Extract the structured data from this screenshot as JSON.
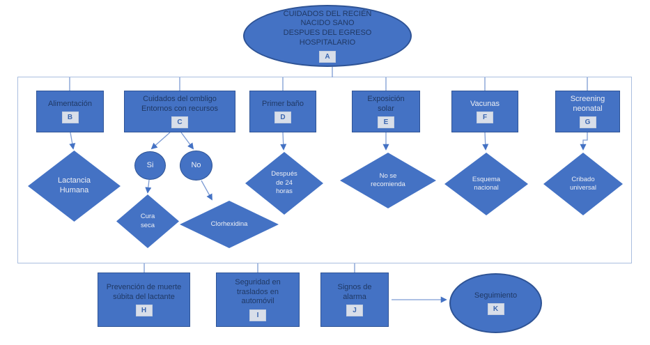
{
  "diagram_title": "CUIDADOS DEL RECIÉN NACIDO SANO DESPUES DEL EGRESO HOSPITALARIO",
  "nodes": {
    "a": {
      "label": "CUIDADOS DEL RECIÉN\nNACIDO SANO\nDESPUES DEL EGRESO\nHOSPITALARIO",
      "badge": "A"
    },
    "b": {
      "label": "Alimentación",
      "badge": "B"
    },
    "c": {
      "label": "Cuidados del ombligo\nEntornos con recursos",
      "badge": "C"
    },
    "d": {
      "label": "Primer baño",
      "badge": "D"
    },
    "e": {
      "label": "Exposición\nsolar",
      "badge": "E"
    },
    "f": {
      "label": "Vacunas",
      "badge": "F"
    },
    "g": {
      "label": "Screening\nneonatal",
      "badge": "G"
    },
    "lactancia": {
      "label": "Lactancia\nHumana"
    },
    "si": {
      "label": "Si"
    },
    "no": {
      "label": "No"
    },
    "cura_seca": {
      "label": "Cura\nseca"
    },
    "clorhexidina": {
      "label": "Clorhexidina"
    },
    "despues_24h": {
      "label": "Después\nde 24\nhoras"
    },
    "no_se_recomienda": {
      "label": "No se\nrecomienda"
    },
    "esquema_nacional": {
      "label": "Esquema\nnacional"
    },
    "cribado_universal": {
      "label": "Cribado\nuniversal"
    },
    "h": {
      "label": "Prevención de muerte\nsúbita del lactante",
      "badge": "H"
    },
    "i": {
      "label": "Seguridad en\ntraslados en\nautomóvil",
      "badge": "I"
    },
    "j": {
      "label": "Signos de\nalarma",
      "badge": "J"
    },
    "k": {
      "label": "Seguimiento",
      "badge": "K"
    }
  },
  "colors": {
    "shape_fill": "#4472C4",
    "shape_border": "#2E5395",
    "dark_text": "#1F3864",
    "light_text": "#EDEFF4",
    "badge_bg": "#D8DEE9",
    "badge_text": "#3B66B0",
    "connector": "#7C9BD3",
    "frame_border": "#AABEDF",
    "background": "#FFFFFF"
  }
}
